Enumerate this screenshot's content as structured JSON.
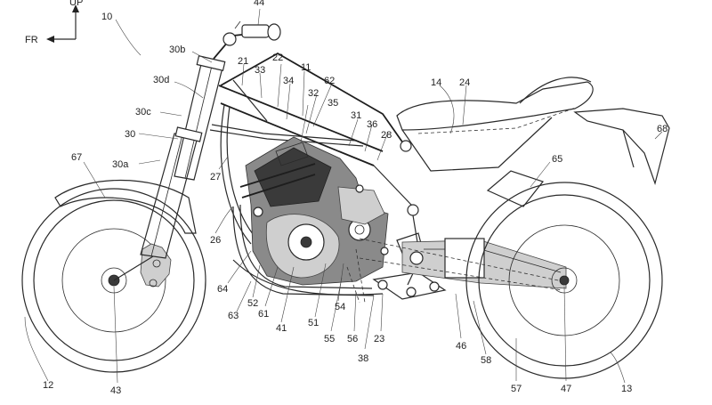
{
  "orientation": {
    "up_label": "UP",
    "front_label": "FR"
  },
  "labels": {
    "l10": "10",
    "l44": "44",
    "l30b": "30b",
    "l21": "21",
    "l33": "33",
    "l22": "22",
    "l11": "11",
    "l30d": "30d",
    "l34": "34",
    "l62": "62",
    "l32": "32",
    "l35": "35",
    "l14": "14",
    "l24": "24",
    "l30c": "30c",
    "l31": "31",
    "l36": "36",
    "l28": "28",
    "l30": "30",
    "l67": "67",
    "l30a": "30a",
    "l27": "27",
    "l65": "65",
    "l68": "68",
    "l26": "26",
    "l64": "64",
    "l52": "52",
    "l61": "61",
    "l63": "63",
    "l41": "41",
    "l51": "51",
    "l54": "54",
    "l55": "55",
    "l56": "56",
    "l23": "23",
    "l38": "38",
    "l46": "46",
    "l58": "58",
    "l57": "57",
    "l47": "47",
    "l12": "12",
    "l43": "43",
    "l13": "13"
  }
}
